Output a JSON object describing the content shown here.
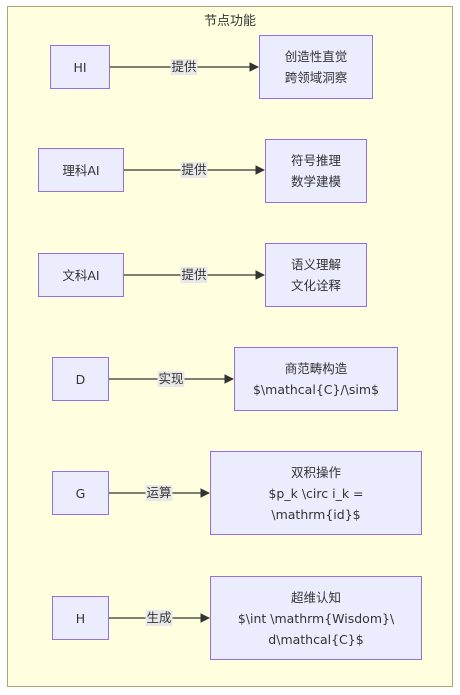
{
  "cluster": {
    "title": "节点功能"
  },
  "rows": [
    {
      "source": "HI",
      "edge": "提供",
      "target_lines": [
        "创造性直觉",
        "跨领域洞察"
      ]
    },
    {
      "source": "理科AI",
      "edge": "提供",
      "target_lines": [
        "符号推理",
        "数学建模"
      ]
    },
    {
      "source": "文科AI",
      "edge": "提供",
      "target_lines": [
        "语义理解",
        "文化诠释"
      ]
    },
    {
      "source": "D",
      "edge": "实现",
      "target_lines": [
        "商范畴构造",
        "$\\mathcal{C}/\\sim$"
      ]
    },
    {
      "source": "G",
      "edge": "运算",
      "target_lines": [
        "双积操作",
        "$p_k \\circ i_k =",
        "\\mathrm{id}$"
      ]
    },
    {
      "source": "H",
      "edge": "生成",
      "target_lines": [
        "超维认知",
        "$\\int \\mathrm{Wisdom}\\",
        "d\\mathcal{C}$"
      ]
    }
  ],
  "colors": {
    "cluster_fill": "#ffffdf",
    "cluster_stroke": "#a7a77a",
    "node_fill": "#ececff",
    "node_stroke": "#9370db",
    "edge": "#333333",
    "edge_label_bg": "#e8e8e8"
  }
}
